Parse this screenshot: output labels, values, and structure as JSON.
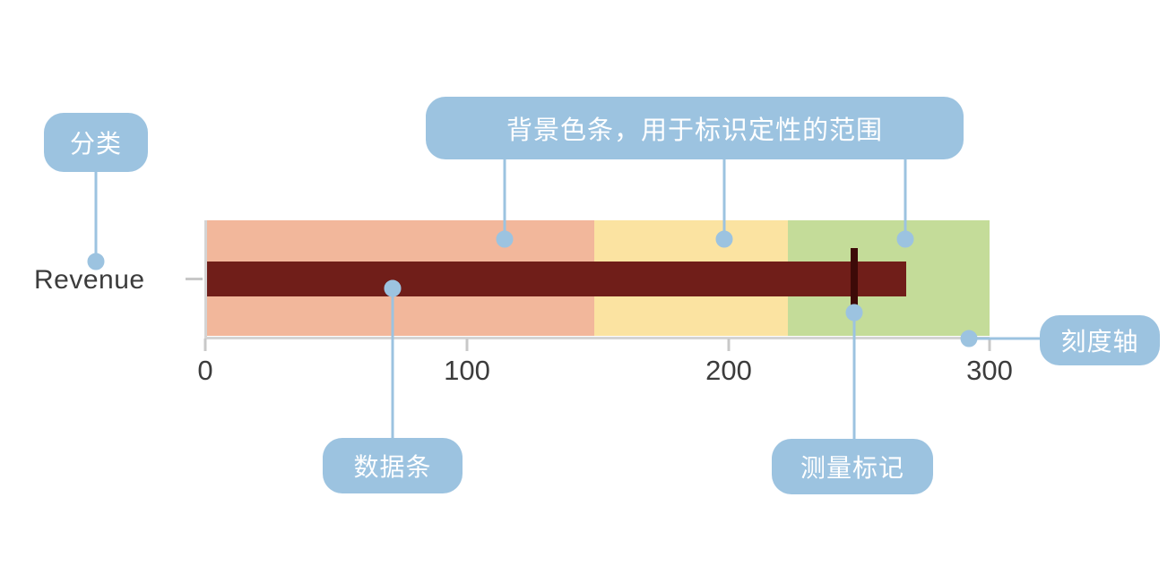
{
  "chart_data": {
    "type": "bar",
    "subtype": "bullet-chart",
    "title": "",
    "xlabel": "",
    "ylabel": "",
    "categories": [
      "Revenue"
    ],
    "category_label": "Revenue",
    "xlim": [
      0,
      300
    ],
    "x_ticks": [
      0,
      100,
      200,
      300
    ],
    "x_tick_labels": [
      "0",
      "100",
      "200",
      "300"
    ],
    "grid": false,
    "legend": "none",
    "series": [
      {
        "name": "数据条",
        "values": [
          268
        ],
        "color": "#701e19"
      }
    ],
    "measure_marker": {
      "name": "测量标记",
      "value": 248,
      "color": "#3d0a08"
    },
    "qualitative_ranges": [
      {
        "from": 0,
        "to": 150,
        "color": "#f2b79b"
      },
      {
        "from": 150,
        "to": 225,
        "color": "#fbe3a1"
      },
      {
        "from": 225,
        "to": 300,
        "color": "#c4dc99"
      }
    ]
  },
  "annotations": {
    "category": {
      "label": "分类"
    },
    "bands": {
      "label": "背景色条，用于标识定性的范围"
    },
    "databar": {
      "label": "数据条"
    },
    "marker": {
      "label": "测量标记"
    },
    "axis": {
      "label": "刻度轴"
    }
  },
  "axis": {
    "tick_labels": [
      "0",
      "100",
      "200",
      "300"
    ]
  },
  "colors": {
    "callout": "#9cc3e0",
    "callout_text": "#ffffff",
    "leader": "#9cc3e0",
    "band_low": "#f2b79b",
    "band_mid": "#fbe3a1",
    "band_high": "#c4dc99",
    "bar": "#701e19",
    "marker": "#3d0a08",
    "axis_line": "#d4d4d4",
    "text": "#3c3c3c"
  }
}
